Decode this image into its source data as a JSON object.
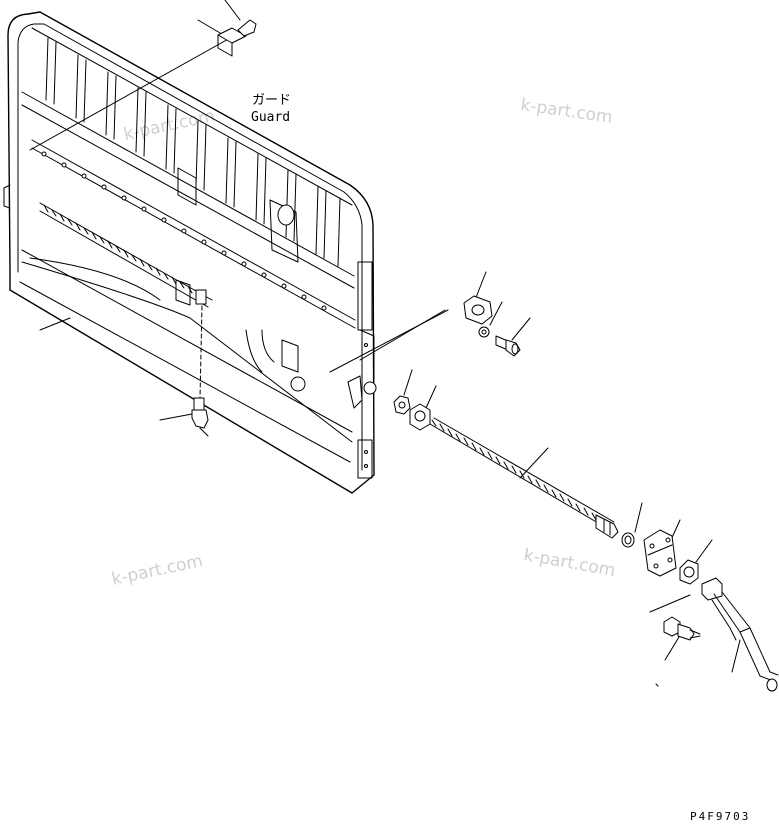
{
  "labels": {
    "guard_jp": "ガード",
    "guard_en": "Guard"
  },
  "watermarks": [
    "k-part.com",
    "k-part.com",
    "k-part.com",
    "k-part.com"
  ],
  "drawing_code": "P4F9703"
}
